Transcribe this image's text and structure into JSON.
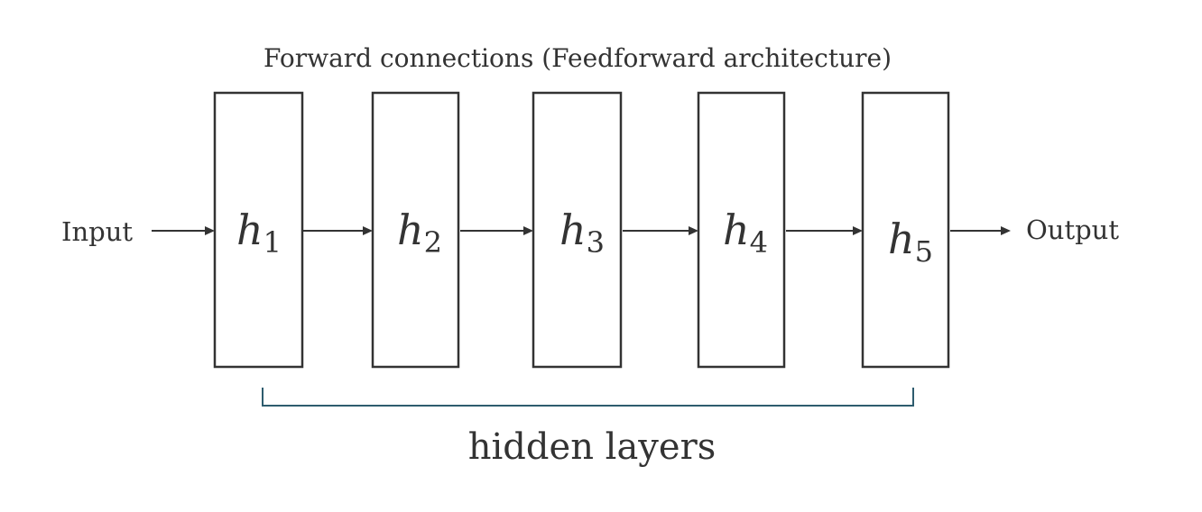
{
  "title": "Forward connections (Feedforward architecture)",
  "input_label": "Input",
  "output_label": "Output",
  "layers": [
    {
      "symbol": "h",
      "subscript": "1"
    },
    {
      "symbol": "h",
      "subscript": "2"
    },
    {
      "symbol": "h",
      "subscript": "3"
    },
    {
      "symbol": "h",
      "subscript": "4"
    },
    {
      "symbol": "h",
      "subscript": "5"
    }
  ],
  "bracket_label": "hidden layers",
  "colors": {
    "stroke": "#333333",
    "bracket": "#2e5c6e"
  }
}
